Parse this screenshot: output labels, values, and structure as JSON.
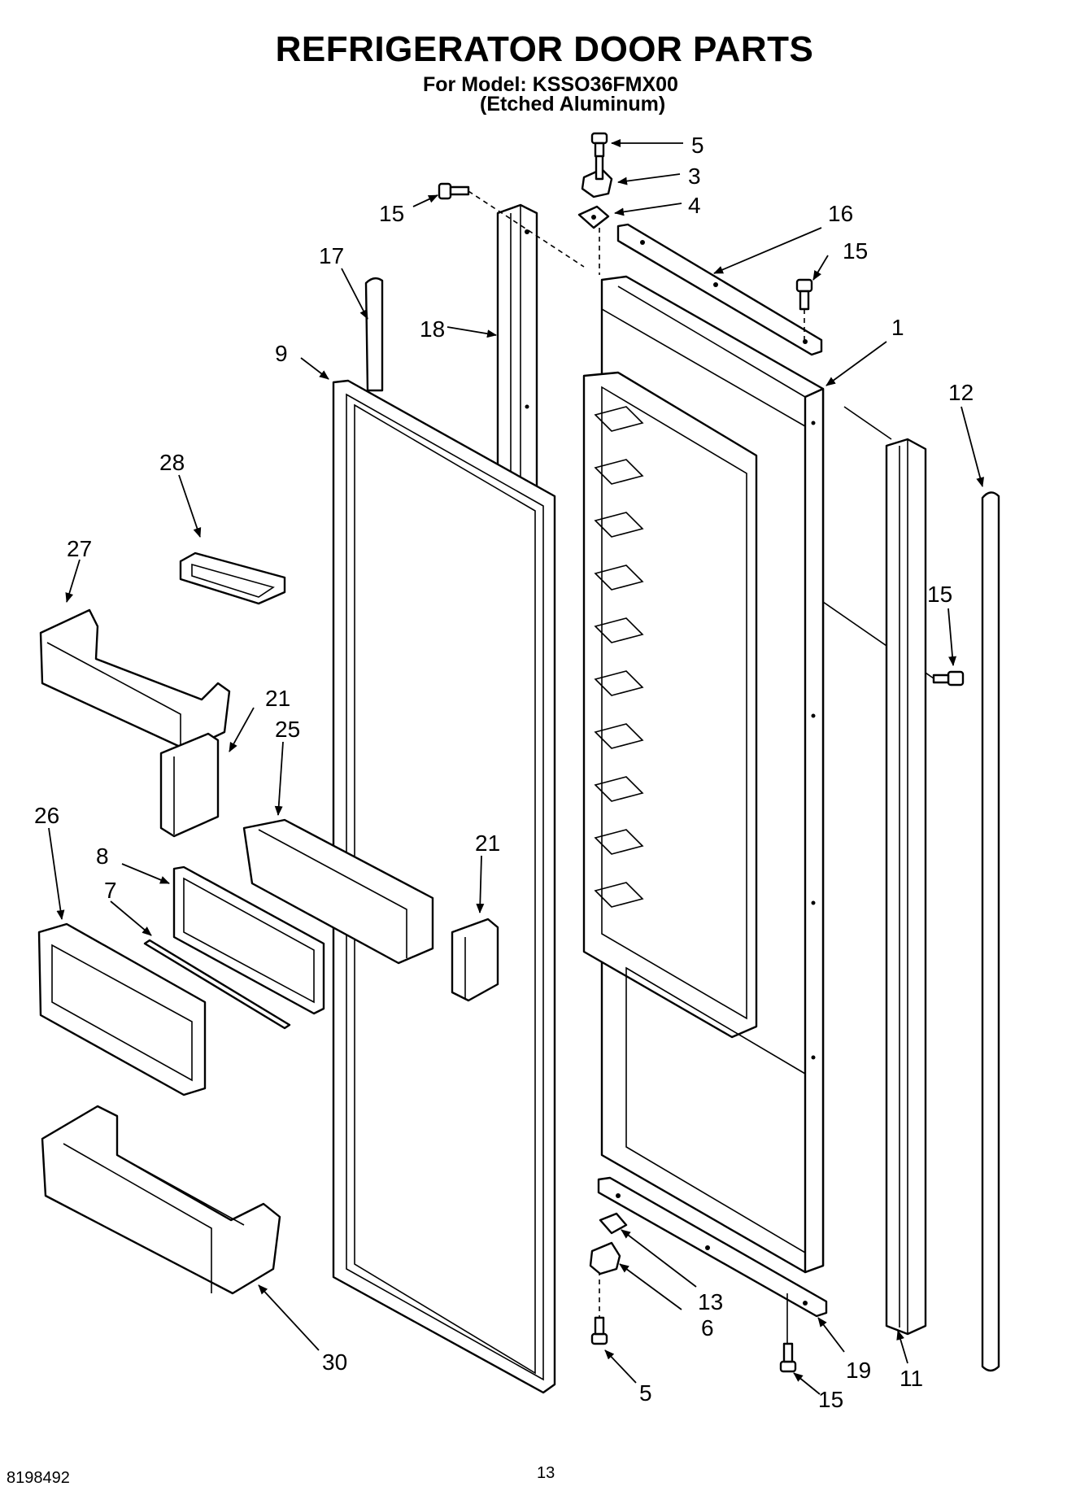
{
  "header": {
    "title": "REFRIGERATOR DOOR PARTS",
    "model_line": "For Model: KSSO36FMX00",
    "finish_line": "(Etched Aluminum)"
  },
  "footer": {
    "doc_number": "8198492",
    "page_number": "13"
  },
  "callouts": [
    {
      "id": "c5a",
      "label": "5"
    },
    {
      "id": "c3",
      "label": "3"
    },
    {
      "id": "c4",
      "label": "4"
    },
    {
      "id": "c16",
      "label": "16"
    },
    {
      "id": "c15a",
      "label": "15"
    },
    {
      "id": "c15b",
      "label": "15"
    },
    {
      "id": "c17",
      "label": "17"
    },
    {
      "id": "c18",
      "label": "18"
    },
    {
      "id": "c1",
      "label": "1"
    },
    {
      "id": "c9",
      "label": "9"
    },
    {
      "id": "c12",
      "label": "12"
    },
    {
      "id": "c28",
      "label": "28"
    },
    {
      "id": "c27",
      "label": "27"
    },
    {
      "id": "c15c",
      "label": "15"
    },
    {
      "id": "c21a",
      "label": "21"
    },
    {
      "id": "c25",
      "label": "25"
    },
    {
      "id": "c26",
      "label": "26"
    },
    {
      "id": "c21b",
      "label": "21"
    },
    {
      "id": "c8",
      "label": "8"
    },
    {
      "id": "c7",
      "label": "7"
    },
    {
      "id": "c13",
      "label": "13"
    },
    {
      "id": "c6",
      "label": "6"
    },
    {
      "id": "c30",
      "label": "30"
    },
    {
      "id": "c19",
      "label": "19"
    },
    {
      "id": "c11",
      "label": "11"
    },
    {
      "id": "c5b",
      "label": "5"
    },
    {
      "id": "c15d",
      "label": "15"
    }
  ]
}
